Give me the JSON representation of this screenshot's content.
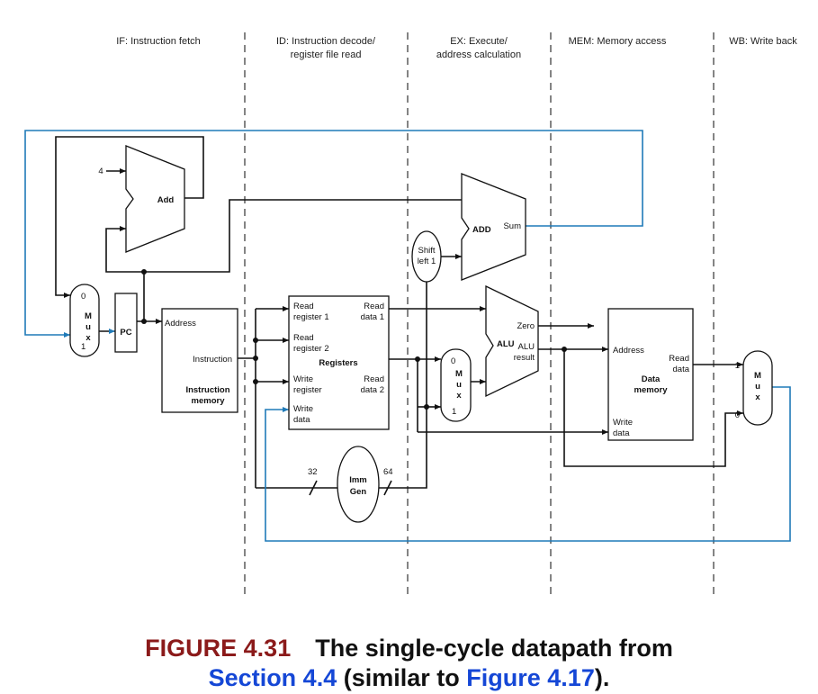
{
  "stages": [
    {
      "line1": "IF: Instruction fetch",
      "line2": ""
    },
    {
      "line1": "ID: Instruction decode/",
      "line2": "register file read"
    },
    {
      "line1": "EX: Execute/",
      "line2": "address calculation"
    },
    {
      "line1": "MEM: Memory access",
      "line2": ""
    },
    {
      "line1": "WB: Write back",
      "line2": ""
    }
  ],
  "blocks": {
    "add": "Add",
    "four": "4",
    "pc": "PC",
    "mux": "M\nu\nx",
    "mux0": "0",
    "mux1": "1",
    "im_address": "Address",
    "im_instruction": "Instruction",
    "im_name1": "Instruction",
    "im_name2": "memory",
    "reg_read1a": "Read",
    "reg_read1b": "register 1",
    "reg_read2a": "Read",
    "reg_read2b": "register 2",
    "reg_writea": "Write",
    "reg_writeb": "register",
    "reg_wdataa": "Write",
    "reg_wdatab": "data",
    "reg_rd1a": "Read",
    "reg_rd1b": "data 1",
    "reg_rd2a": "Read",
    "reg_rd2b": "data 2",
    "reg_name": "Registers",
    "shift1": "Shift",
    "shift2": "left 1",
    "add2": "ADD",
    "sum": "Sum",
    "alu": "ALU",
    "zero": "Zero",
    "alu_result1": "ALU",
    "alu_result2": "result",
    "dm_address": "Address",
    "dm_read1": "Read",
    "dm_read2": "data",
    "dm_name1": "Data",
    "dm_name2": "memory",
    "dm_wdata1": "Write",
    "dm_wdata2": "data",
    "imm1": "Imm",
    "imm2": "Gen",
    "bits32": "32",
    "bits64": "64"
  },
  "caption": {
    "figure_label": "FIGURE 4.31",
    "title_part1": "The single-cycle datapath from",
    "section_ref": "Section 4.4",
    "title_part2": "(similar to",
    "figure_ref": "Figure 4.17",
    "title_part3": ")."
  }
}
